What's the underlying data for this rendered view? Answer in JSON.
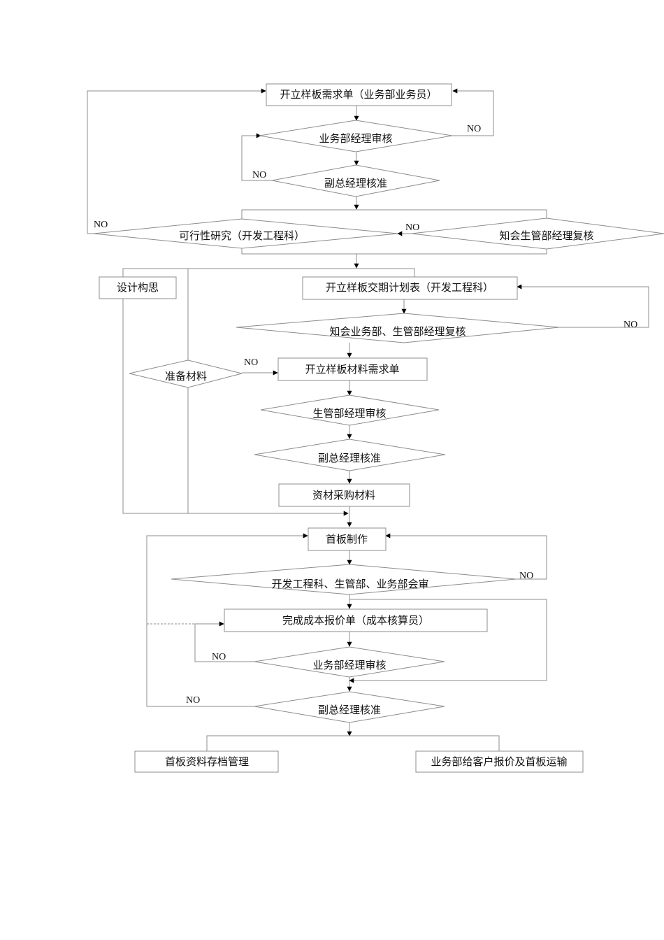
{
  "flowchart": {
    "nodes": {
      "request_form": "开立样板需求单（业务部业务员）",
      "sales_mgr_review_1": "业务部经理审核",
      "vgm_approve_1": "副总经理核准",
      "feasibility": "可行性研究（开发工程科）",
      "prod_mgr_recheck_1": "知会生管部经理复核",
      "design_concept": "设计构思",
      "schedule_form": "开立样板交期计划表（开发工程科）",
      "notify_recheck": "知会业务部、生管部经理复核",
      "prepare_material": "准备材料",
      "material_form": "开立样板材料需求单",
      "prod_mgr_review": "生管部经理审核",
      "vgm_approve_2": "副总经理核准",
      "purchase": "资材采购材料",
      "first_sample": "首板制作",
      "joint_review": "开发工程科、生管部、业务部会审",
      "cost_quote": "完成成本报价单（成本核算员）",
      "sales_mgr_review_2": "业务部经理审核",
      "vgm_approve_3": "副总经理核准",
      "archive": "首板资料存档管理",
      "quote_ship": "业务部给客户报价及首板运输"
    },
    "no_label": "NO"
  }
}
